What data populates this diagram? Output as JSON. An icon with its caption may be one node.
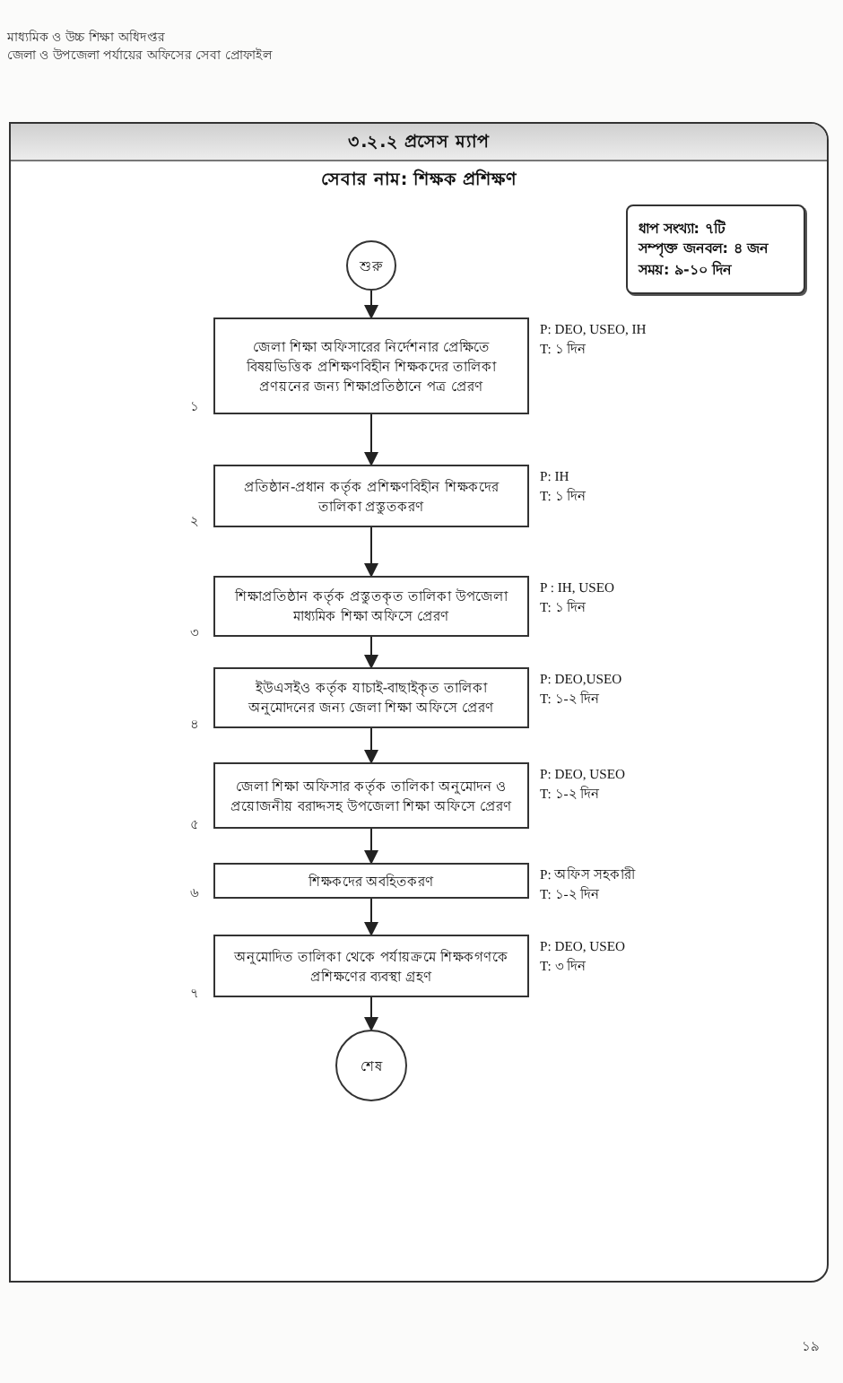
{
  "diagram": {
    "title": "৩.২.২ প্রসেস ম্যাপ",
    "nodes": [
      {
        "text": [
          "সেবার নাম: শিক্ষক প্রশিক্ষণ"
        ]
      },
      {
        "text": [
          "ধাপ সংখ্যা: ৭টি",
          "সম্পৃক্ত জনবল: ৪ জন",
          "সময়: ৯-১০ দিন"
        ],
        "in": 0
      },
      {
        "text": [
          "শুরু"
        ],
        "in": 0
      },
      {
        "text": [
          "জেলা শিক্ষা অফিসারের নির্দেশনার প্রেক্ষিতে বিষয়ভিত্তিক প্রশিক্ষণবিহীন শিক্ষকদের তালিকা প্রণয়নের জন্য শিক্ষাপ্রতিষ্ঠানে পত্র প্রেরণ"
        ],
        "beside": [
          "P: DEO, USEO, IH",
          "T: ১ দিন"
        ],
        "in": 0
      },
      {
        "text": [
          "প্রতিষ্ঠান-প্রধান কর্তৃক প্রশিক্ষণবিহীন শিক্ষকদের তালিকা প্রস্তুতকরণ"
        ],
        "beside": [
          "P: IH",
          "T: ১ দিন"
        ],
        "in": 0
      },
      {
        "text": [
          "শিক্ষাপ্রতিষ্ঠান কর্তৃক প্রস্তুতকৃত তালিকা উপজেলা মাধ্যমিক শিক্ষা অফিসে প্রেরণ"
        ],
        "beside": [
          "P : IH, USEO",
          "T: ১ দিন"
        ],
        "in": 0
      },
      {
        "text": [
          "ইউএসইও কর্তৃক যাচাই-বাছাইকৃত তালিকা অনুমোদনের জন্য জেলা শিক্ষা অফিসে প্রেরণ"
        ],
        "beside": [
          "P: DEO,USEO",
          "T: ১-২ দিন"
        ],
        "in": 0
      },
      {
        "text": [
          "জেলা শিক্ষা অফিসার কর্তৃক তালিকা অনুমোদন ও প্রয়োজনীয় বরাদ্দসহ উপজেলা শিক্ষা অফিসে প্রেরণ"
        ],
        "beside": [
          "P: DEO, USEO",
          "T: ১-২ দিন"
        ],
        "in": 0
      },
      {
        "text": [
          "শিক্ষকদের অবহিতকরণ"
        ],
        "beside": [
          "P: অফিস সহকারী",
          "T: ১-২ দিন"
        ],
        "in": 0
      },
      {
        "text": [
          "অনুমোদিত তালিকা থেকে পর্যায়ক্রমে শিক্ষকগণকে প্রশিক্ষণের ব্যবস্থা গ্রহণ"
        ],
        "beside": [
          "P: DEO, USEO",
          "T: ৩ দিন"
        ],
        "in": 0
      },
      {
        "text": [
          "শেষ"
        ],
        "in": 0
      }
    ],
    "edges": [
      {
        "from": 2,
        "to": 3,
        "arrow": "to"
      },
      {
        "from": 3,
        "to": 4,
        "arrow": "to"
      },
      {
        "from": 4,
        "to": 5,
        "arrow": "to"
      },
      {
        "from": 5,
        "to": 6,
        "arrow": "to"
      },
      {
        "from": 6,
        "to": 7,
        "arrow": "to"
      },
      {
        "from": 7,
        "to": 8,
        "arrow": "to"
      },
      {
        "from": 8,
        "to": 9,
        "arrow": "to"
      },
      {
        "from": 9,
        "to": 10,
        "arrow": "to"
      }
    ],
    "labels": [
      "মাধ্যমিক ও উচ্চ শিক্ষা অধিদপ্তর",
      "জেলা ও উপজেলা পর্যায়ের অফিসের সেবা প্রোফাইল",
      "১",
      "২",
      "৩",
      "৪",
      "৫",
      "৬",
      "৭",
      "১৯"
    ]
  }
}
